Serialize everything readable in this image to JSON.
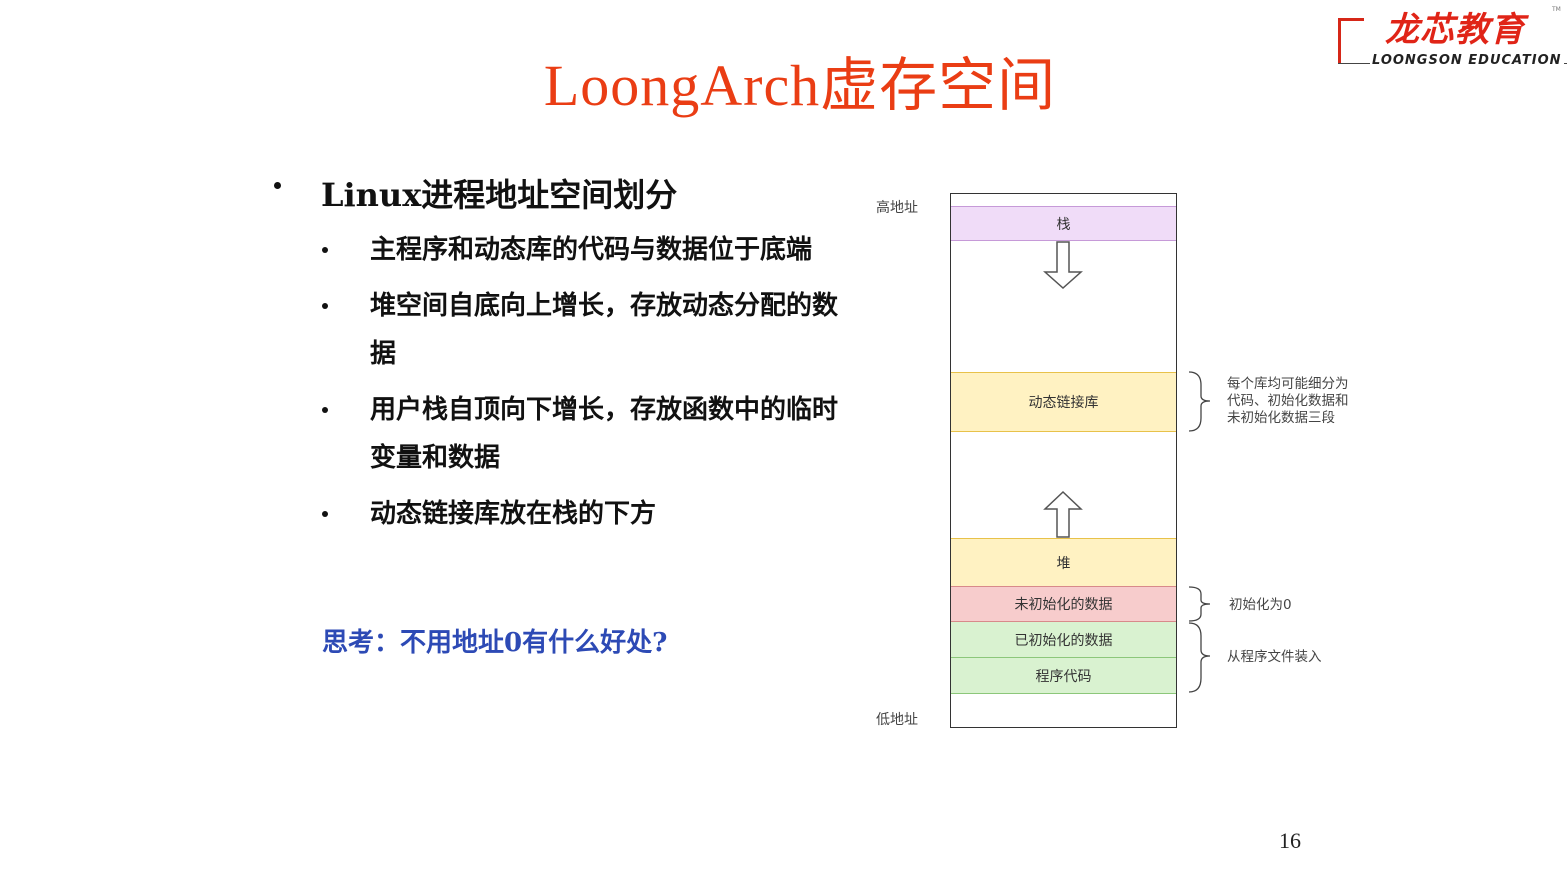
{
  "slide": {
    "title": "LoongArch虚存空间",
    "page_number": "16"
  },
  "logo": {
    "name_cn": "龙芯教育",
    "name_en": "LOONGSON EDUCATION",
    "trademark": "TM"
  },
  "content": {
    "main_bullet": "Linux进程地址空间划分",
    "sub_bullets": [
      "主程序和动态库的代码与数据位于底端",
      "堆空间自底向上增长，存放动态分配的数据",
      "用户栈自顶向下增长，存放函数中的临时变量和数据",
      "动态链接库放在栈的下方"
    ],
    "think": "思考：不用地址0有什么好处?"
  },
  "diagram": {
    "high_address": "高地址",
    "low_address": "低地址",
    "segments": {
      "stack": "栈",
      "dynlib": "动态链接库",
      "heap": "堆",
      "bss": "未初始化的数据",
      "data": "已初始化的数据",
      "text": "程序代码"
    },
    "colors": {
      "stack": "#f0dcf8",
      "dynlib": "#fff2c2",
      "heap": "#fff2c2",
      "bss": "#f7cccc",
      "data": "#d9f2d0",
      "text": "#d9f2d0",
      "title": "#ea3d14",
      "think": "#2d4ab5"
    },
    "notes": {
      "dynlib": "每个库均可能细分为\n代码、初始化数据和\n未初始化数据三段",
      "bss": "初始化为0",
      "program": "从程序文件装入"
    }
  }
}
